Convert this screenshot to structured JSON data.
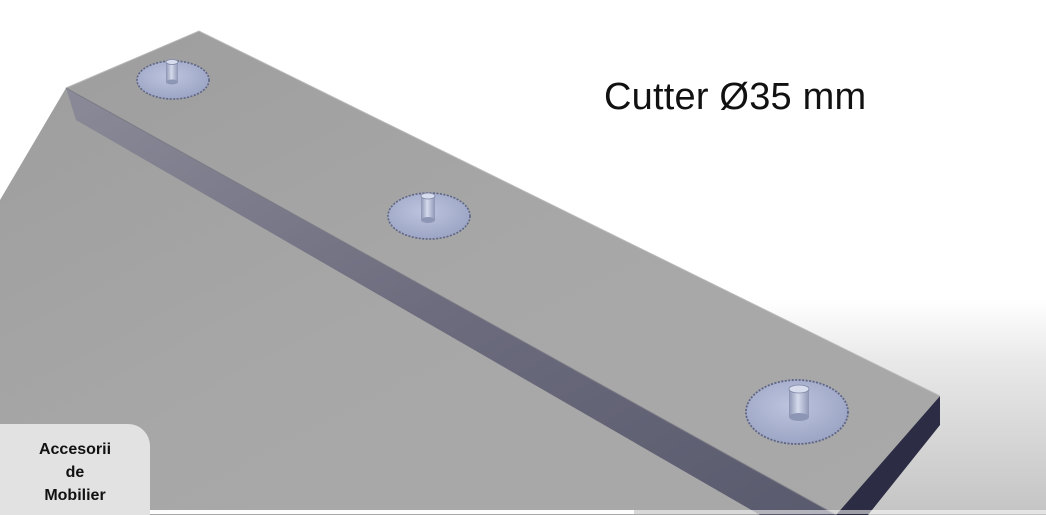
{
  "caption": "Cutter Ø35 mm",
  "watermark": {
    "line1": "Accesorii",
    "line2": "de",
    "line3": "Mobilier"
  },
  "video": {
    "progress": 0.54
  },
  "colors": {
    "board_top": "#a6a6a6",
    "board_front": "#656577",
    "board_end": "#2a2a40",
    "cutter_fill": "#a9b2cf",
    "pin_fill": "#c4ccdf"
  }
}
